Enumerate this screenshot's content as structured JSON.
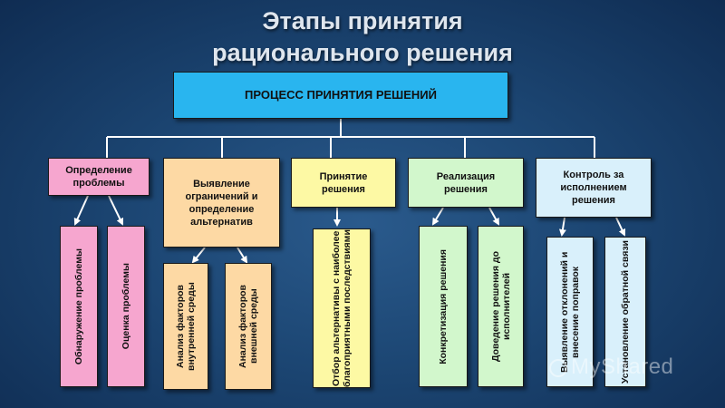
{
  "title": {
    "line1": "Этапы принятия",
    "line2": "рационального решения"
  },
  "root": {
    "label": "ПРОЦЕСС ПРИНЯТИЯ РЕШЕНИЙ"
  },
  "stages": [
    {
      "label": "Определение проблемы",
      "items": [
        "Обнаружение проблемы",
        "Оценка проблемы"
      ]
    },
    {
      "label": "Выявление ограничений и определение альтернатив",
      "items": [
        "Анализ факторов внутренней среды",
        "Анализ факторов внешней среды"
      ]
    },
    {
      "label": "Принятие решения",
      "items": [
        "Отбор альтернативы с наиболее благоприятными последствиями"
      ]
    },
    {
      "label": "Реализация решения",
      "items": [
        "Конкретизация решения",
        "Доведение решения до исполнителей"
      ]
    },
    {
      "label": "Контроль за исполнением решения",
      "items": [
        "Выявление отклонений и внесение поправок",
        "Установление обратной связи"
      ]
    }
  ],
  "watermark": "MyShared"
}
